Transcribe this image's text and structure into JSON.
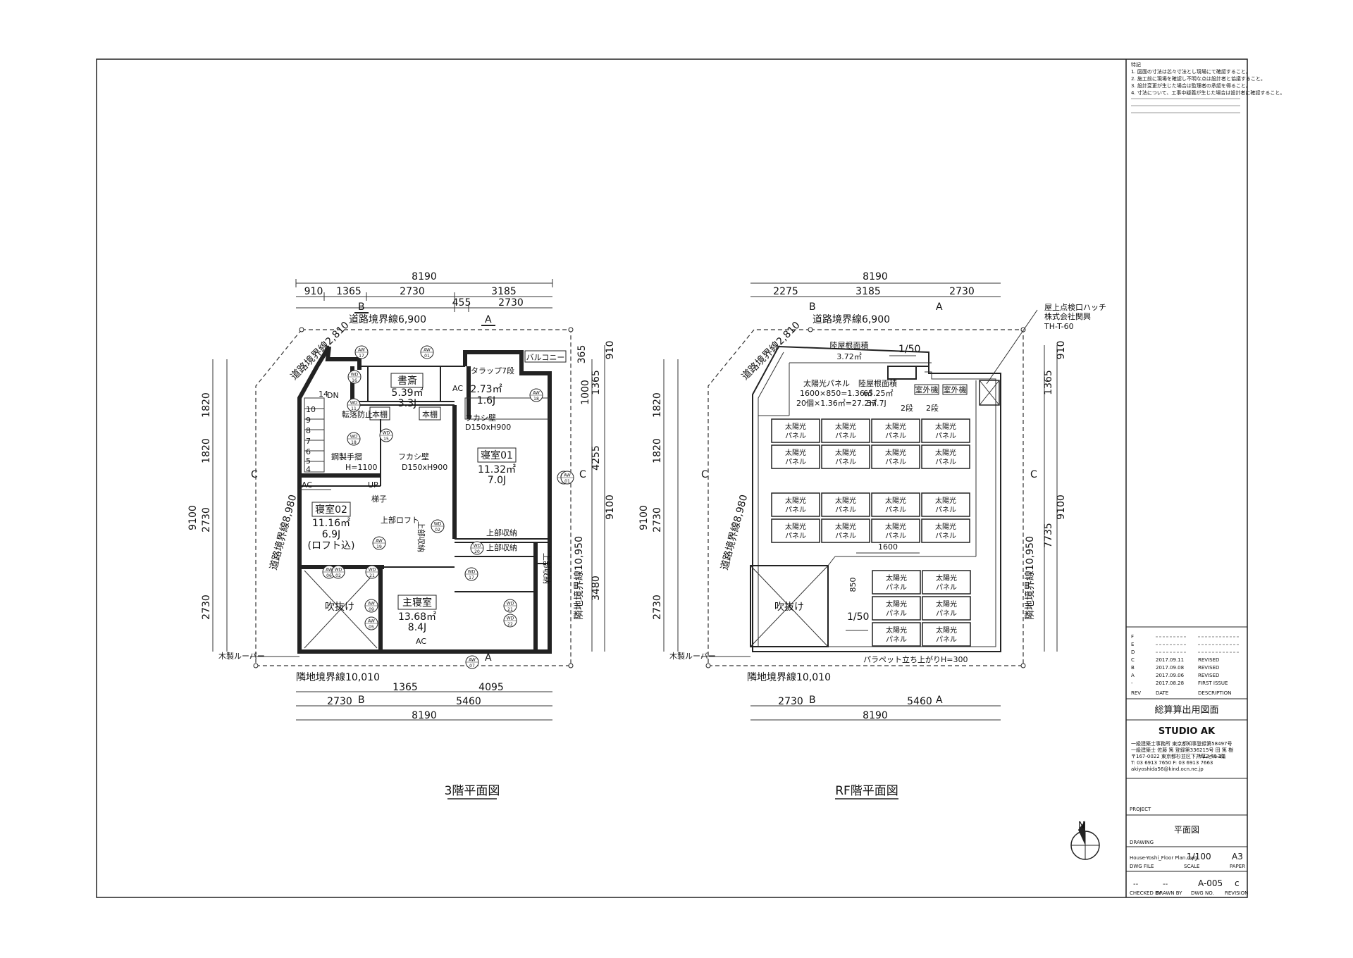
{
  "notes": {
    "header": "特記",
    "lines": [
      "1. 図面の寸法は芯々寸法とし現場にて確認すること。",
      "2. 施工前に現場を確認し不明な点は設計者と協議すること。",
      "3. 設計変更が生じた場合は監理者の承認を得ること。",
      "4. 寸法について、工事中疑義が生じた場合は設計者に確認すること。"
    ]
  },
  "revisions": {
    "rows": [
      {
        "rev": "F",
        "date": "",
        "desc": ""
      },
      {
        "rev": "E",
        "date": "",
        "desc": ""
      },
      {
        "rev": "D",
        "date": "",
        "desc": ""
      },
      {
        "rev": "C",
        "date": "2017.09.11",
        "desc": "REVISED"
      },
      {
        "rev": "B",
        "date": "2017.09.08",
        "desc": "REVISED"
      },
      {
        "rev": "A",
        "date": "2017.09.06",
        "desc": "REVISED"
      },
      {
        "rev": "-",
        "date": "2017.08.28",
        "desc": "FIRST ISSUE"
      }
    ],
    "head": {
      "rev": "REV",
      "date": "DATE",
      "desc": "DESCRIPTION"
    }
  },
  "title_block": {
    "purpose": "総算算出用図面",
    "firm": "STUDIO AK",
    "firm_lines": [
      "一級建築士事務所 東京都知事登録第58497号",
      "一級建築士 佐藤 篤 登録第336215号 田 篤 樹",
      "〒167-0022 東京都杉並区下井草2-40-12",
      "ヤムビル3階",
      "T: 03 6913 7650   F: 03 6913 7663",
      "akiyoshida56@kind.ocn.ne.jp"
    ],
    "project_label": "PROJECT",
    "drawing_label": "DRAWING",
    "drawing_title": "平面図",
    "dwg_file": "House-Yoshi_Floor Plan.dwg",
    "scale": "1/100",
    "paper": "A3",
    "small_labels": [
      "DWG FILE",
      "SCALE",
      "PAPER",
      "CHECKED BY",
      "DRAWN BY",
      "DWG NO.",
      "REVISION"
    ],
    "checked": "--",
    "drawn": "--",
    "dwg_no": "A-005",
    "revision": "c"
  },
  "plan3": {
    "caption": "3階平面図",
    "dims_top": [
      "8190",
      "910",
      "1365",
      "2730",
      "3185",
      "455",
      "2730"
    ],
    "dims_bottom": [
      "1365",
      "4095",
      "2730",
      "5460",
      "8190"
    ],
    "dims_left": [
      "1820",
      "1820",
      "2730",
      "2730",
      "9100"
    ],
    "dims_right": [
      "365",
      "910",
      "1365",
      "1000",
      "4255",
      "9100",
      "3480"
    ],
    "boundaries": {
      "road_top": "道路境界線6,900",
      "road_left_top": "道路境界線2,810",
      "road_left": "道路境界線8,980",
      "neighbor_bottom": "隣地境界線10,010",
      "neighbor_right": "隣地境界線10,950"
    },
    "section_marks": [
      "B",
      "A",
      "C",
      "C",
      "B",
      "A"
    ],
    "rooms": [
      {
        "name": "書斎",
        "area": "5.39㎡",
        "jo": "3.3J"
      },
      {
        "name": "",
        "area": "2.73㎡",
        "jo": "1.6J"
      },
      {
        "name": "寝室01",
        "area": "11.32㎡",
        "jo": "7.0J"
      },
      {
        "name": "寝室02",
        "area": "11.16㎡",
        "jo": "6.9J",
        "note": "(ロフト込)"
      },
      {
        "name": "主寝室",
        "area": "13.68㎡",
        "jo": "8.4J"
      }
    ],
    "labels": {
      "balcony": "バルコニー",
      "trap": "タラップ7段",
      "fukashi1": "フカシ壁",
      "fukashi1_dim": "D150xH900",
      "fukashi2": "フカシ壁",
      "fukashi2_dim": "D150xH900",
      "bookshelf1": "本棚",
      "bookshelf2": "本棚",
      "handrail": "鋼製手摺",
      "handrail_h": "H=1100",
      "dn": "DN",
      "up": "UP",
      "ladder": "梯子",
      "upper_loft": "上部ロフト",
      "upper_shelf1": "上部収納",
      "upper_shelf2": "上部収納",
      "upper_shelf3": "上部収納",
      "upper_shelf4": "上部収納",
      "void": "吹抜け",
      "ac1": "AC",
      "ac2": "AC",
      "ac3": "AC",
      "louver": "木製ルーバー",
      "stair_nums": [
        "14",
        "10",
        "9",
        "8",
        "7",
        "6",
        "5",
        "4"
      ],
      "fall_note": "転落防止"
    },
    "aw_tags": [
      "AW 17",
      "AW 01",
      "WD 16",
      "WD 11",
      "AW 18",
      "WD 15",
      "WD 18",
      "AW 16",
      "WD 20",
      "WD 02",
      "AW 19",
      "WD 21",
      "AW 06",
      "WD 02",
      "WD 17",
      "WD 21",
      "AW 09",
      "AW 05",
      "WD 22",
      "AW 07",
      "AW 01"
    ]
  },
  "planRF": {
    "caption": "RF階平面図",
    "dims_top": [
      "8190",
      "2275",
      "3185",
      "2730"
    ],
    "dims_bottom": [
      "2730",
      "5460",
      "8190"
    ],
    "dims_left": [
      "1820",
      "1820",
      "2730",
      "2730",
      "9100"
    ],
    "dims_right": [
      "910",
      "1365",
      "7735",
      "9100"
    ],
    "boundaries": {
      "road_top": "道路境界線6,900",
      "road_left_top": "道路境界線2,810",
      "road_left": "道路境界線8,980",
      "neighbor_bottom": "隣地境界線10,010",
      "neighbor_right": "隣地境界線10,950"
    },
    "section_marks": [
      "B",
      "A",
      "C",
      "C",
      "B",
      "A"
    ],
    "labels": {
      "hatch_title": "屋上点検口ハッチ",
      "hatch_maker": "株式会社関興",
      "hatch_model": "TH-T-60",
      "roof_area_label": "陸屋根面積",
      "roof_area": "3.72㎡",
      "slope1": "1/50",
      "slope2": "1/50",
      "solar_title": "太陽光パネル",
      "solar_size": "1600×850=1.36㎡",
      "solar_total": "20個×1.36㎡=27.2㎡",
      "roof_area2_label": "陸屋根面積",
      "roof_area2": "65.25㎡",
      "roof_area2_jo": "37.7J",
      "outdoor1": "室外機",
      "outdoor2": "室外機",
      "tier1": "2段",
      "tier2": "2段",
      "panel_l1": "太陽光",
      "panel_l2": "パネル",
      "dim1600": "1600",
      "dim850": "850",
      "void": "吹抜け",
      "parapet": "パラペット立ち上がりH=300",
      "louver": "木製ルーバー"
    }
  },
  "north": {
    "letter": "N"
  }
}
